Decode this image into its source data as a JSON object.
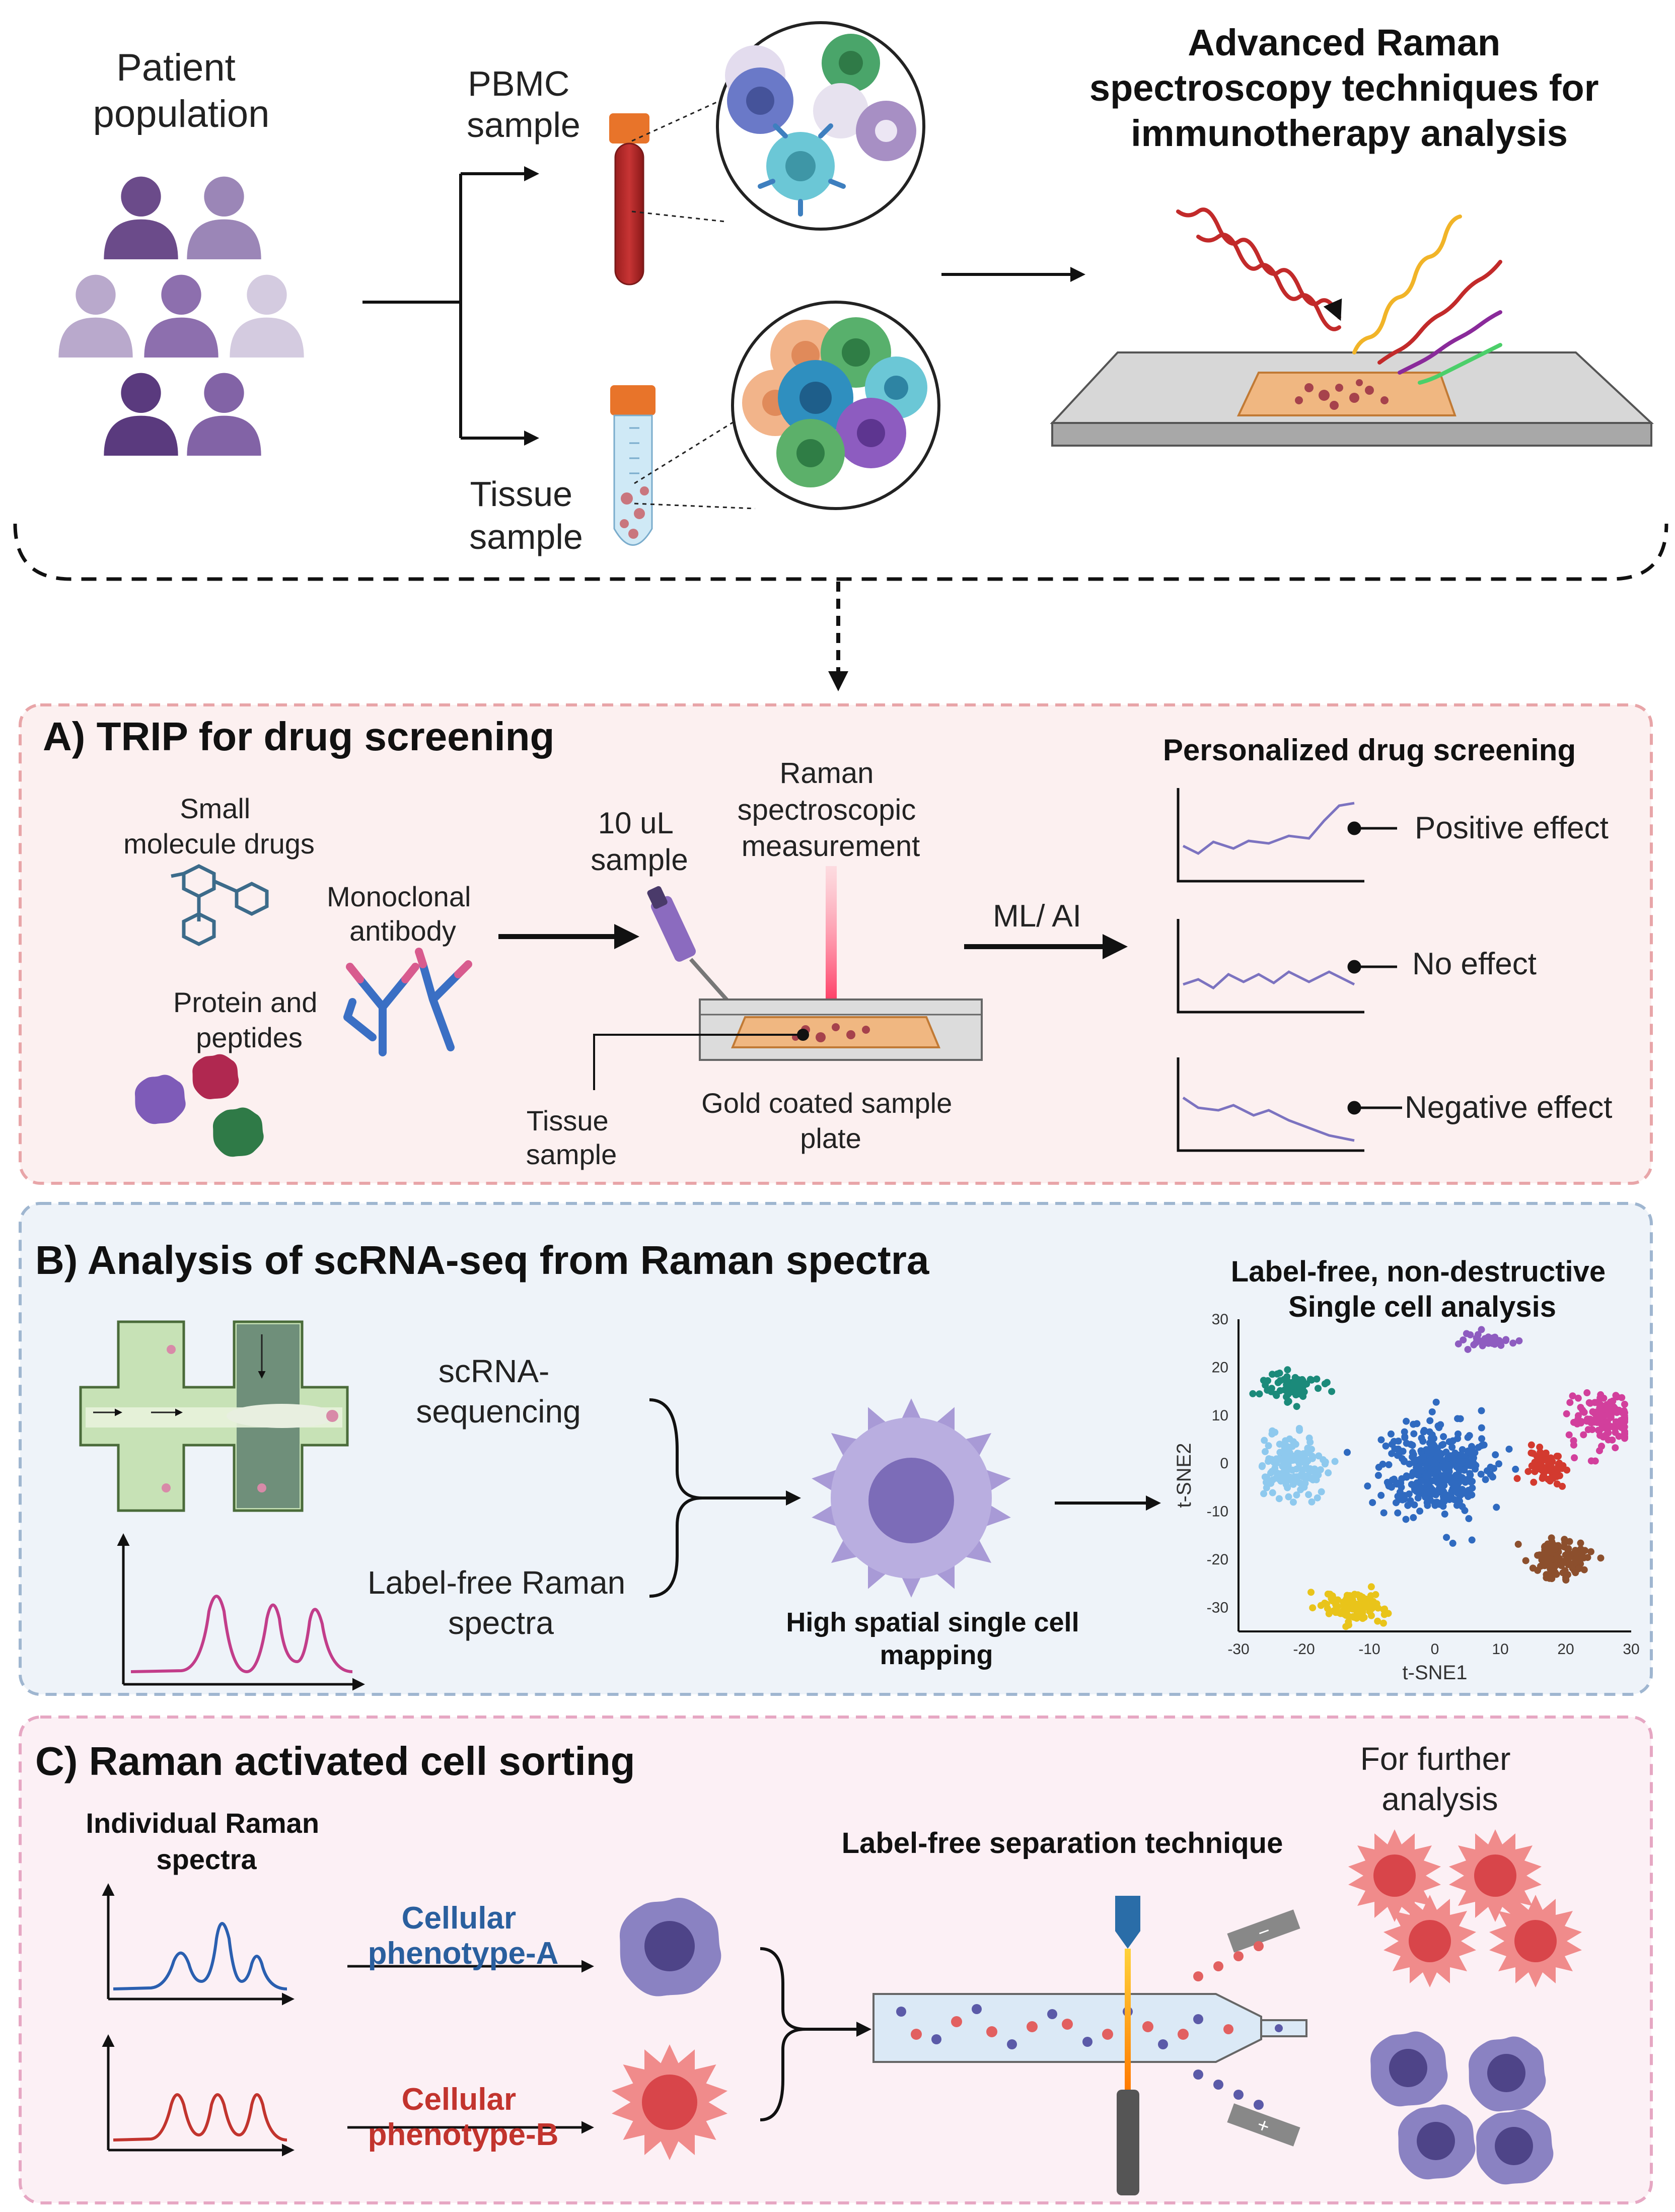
{
  "top": {
    "patient_population": [
      "Patient",
      "population"
    ],
    "pbmc_sample": [
      "PBMC",
      "sample"
    ],
    "tissue_sample": [
      "Tissue",
      "sample"
    ],
    "title": [
      "Advanced Raman",
      "spectroscopy techniques for",
      "immunotherapy analysis"
    ]
  },
  "section_a": {
    "title": "A) TRIP for drug screening",
    "small_molecule_drugs": [
      "Small",
      "molecule drugs"
    ],
    "protein_peptides": [
      "Protein and",
      "peptides"
    ],
    "monoclonal_antibody": [
      "Monoclonal",
      "antibody"
    ],
    "sample_volume": [
      "10 uL",
      "sample"
    ],
    "raman_measurement": [
      "Raman",
      "spectroscopic",
      "measurement"
    ],
    "tissue_sample": [
      "Tissue",
      "sample"
    ],
    "gold_plate": [
      "Gold coated sample",
      "plate"
    ],
    "ml_ai": "ML/ AI",
    "screening_title": "Personalized drug screening",
    "effects": [
      "Positive effect",
      "No effect",
      "Negative effect"
    ]
  },
  "section_b": {
    "title": "B) Analysis of scRNA-seq from Raman spectra",
    "scrna": [
      "scRNA-",
      "sequencing"
    ],
    "label_free_raman": [
      "Label-free Raman",
      "spectra"
    ],
    "mapping": [
      "High spatial single cell",
      "mapping"
    ],
    "tsne_title": [
      "Label-free, non-destructive",
      "Single cell analysis"
    ]
  },
  "section_c": {
    "title": "C) Raman activated cell sorting",
    "individual_spectra": [
      "Individual Raman",
      "spectra"
    ],
    "phenotype_a": [
      "Cellular",
      "phenotype-A"
    ],
    "phenotype_b": [
      "Cellular",
      "phenotype-B"
    ],
    "separation": "Label-free separation technique",
    "further": [
      "For further",
      "analysis"
    ]
  },
  "chart_data": {
    "type": "scatter",
    "xlabel": "t-SNE1",
    "ylabel": "t-SNE2",
    "xlim": [
      -30,
      30
    ],
    "ylim": [
      -35,
      30
    ],
    "xticks": [
      -30,
      -20,
      -10,
      0,
      10,
      20,
      30
    ],
    "yticks": [
      30,
      20,
      10,
      0,
      -10,
      -20,
      -30
    ],
    "clusters": [
      {
        "color": "#1b8a7a",
        "cx": -22,
        "cy": 16,
        "sx": 4.0,
        "sy": 3.0,
        "n": 70
      },
      {
        "color": "#8e5cc0",
        "cx": 8,
        "cy": 26,
        "sx": 4.5,
        "sy": 1.5,
        "n": 35
      },
      {
        "color": "#d23f9c",
        "cx": 26,
        "cy": 9,
        "sx": 4.5,
        "sy": 5.0,
        "n": 130
      },
      {
        "color": "#8ec9ee",
        "cx": -22,
        "cy": -1,
        "sx": 4.5,
        "sy": 6.0,
        "n": 150
      },
      {
        "color": "#2f6ac0",
        "cx": 0,
        "cy": -1,
        "sx": 7.0,
        "sy": 8.5,
        "n": 380
      },
      {
        "color": "#d33a2f",
        "cx": 17,
        "cy": -1,
        "sx": 3.0,
        "sy": 3.5,
        "n": 70
      },
      {
        "color": "#8c4f2d",
        "cx": 19,
        "cy": -20,
        "sx": 4.0,
        "sy": 4.0,
        "n": 120
      },
      {
        "color": "#e9c41a",
        "cx": -12,
        "cy": -30,
        "sx": 4.5,
        "sy": 2.5,
        "n": 120
      }
    ]
  }
}
